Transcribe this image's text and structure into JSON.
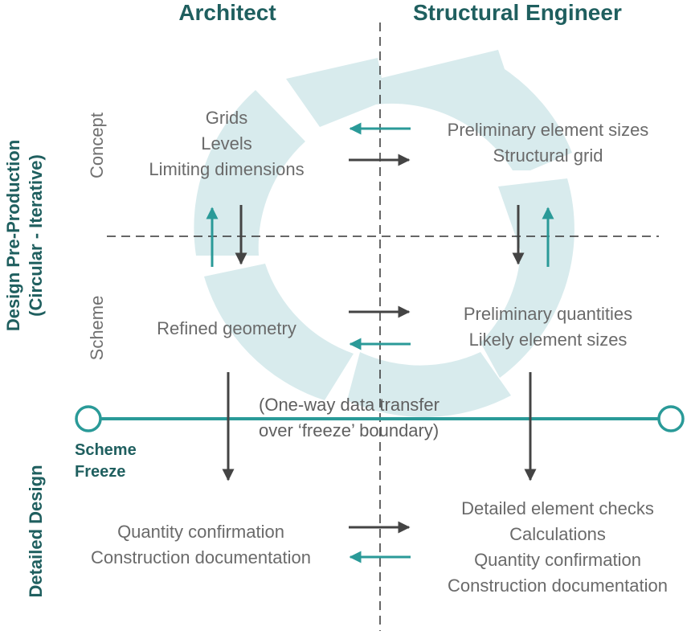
{
  "headers": {
    "architect": "Architect",
    "engineer": "Structural Engineer"
  },
  "phases": {
    "preproduction": [
      "Design Pre-Production",
      "(Circular - Iterative)"
    ],
    "detailed": "Detailed Design"
  },
  "stages": {
    "concept": "Concept",
    "scheme": "Scheme"
  },
  "concept": {
    "architect": [
      "Grids",
      "Levels",
      "Limiting dimensions"
    ],
    "engineer": [
      "Preliminary element sizes",
      "Structural grid"
    ]
  },
  "scheme": {
    "architect": [
      "Refined geometry"
    ],
    "engineer": [
      "Preliminary quantities",
      "Likely element sizes"
    ]
  },
  "freeze": {
    "label": [
      "Scheme",
      "Freeze"
    ],
    "note": [
      "(One-way data transfer",
      "over ‘freeze’ boundary)"
    ]
  },
  "detailed": {
    "architect": [
      "Quantity confirmation",
      "Construction documentation"
    ],
    "engineer": [
      "Detailed element checks",
      "Calculations",
      "Quantity confirmation",
      "Construction documentation"
    ]
  },
  "colors": {
    "teal": "#2a9a98",
    "dark": "#1f5f5f",
    "gray": "#444444",
    "cycle": "#d8ebed"
  }
}
